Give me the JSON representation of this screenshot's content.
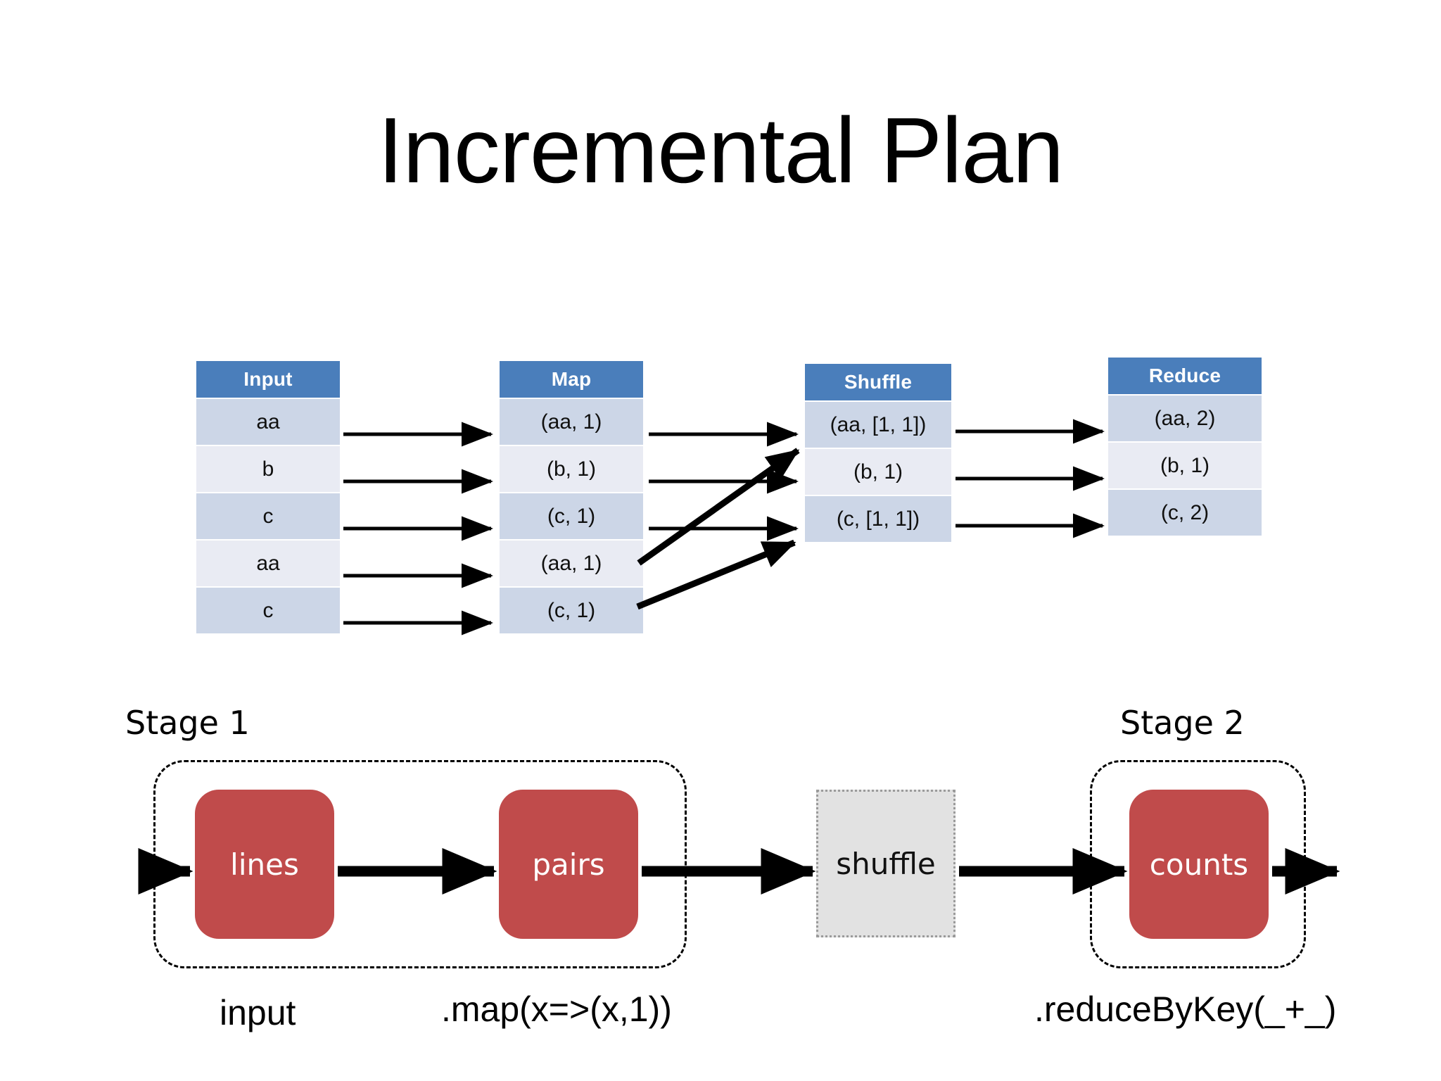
{
  "slide": {
    "title": "Incremental Plan"
  },
  "mapreduce_tables": [
    {
      "id": "input",
      "header": "Input",
      "rows": [
        "aa",
        "b",
        "c",
        "aa",
        "c"
      ]
    },
    {
      "id": "map",
      "header": "Map",
      "rows": [
        "(aa, 1)",
        "(b, 1)",
        "(c, 1)",
        "(aa, 1)",
        "(c, 1)"
      ]
    },
    {
      "id": "shuffle",
      "header": "Shuffle",
      "rows": [
        "(aa, [1, 1])",
        "(b, 1)",
        "(c, [1, 1])"
      ]
    },
    {
      "id": "reduce",
      "header": "Reduce",
      "rows": [
        "(aa, 2)",
        "(b, 1)",
        "(c, 2)"
      ]
    }
  ],
  "pipeline": {
    "stages": [
      {
        "label": "Stage 1"
      },
      {
        "label": "Stage 2"
      }
    ],
    "nodes": [
      {
        "id": "lines",
        "label": "lines"
      },
      {
        "id": "pairs",
        "label": "pairs"
      },
      {
        "id": "shuffle",
        "label": "shuffle"
      },
      {
        "id": "counts",
        "label": "counts"
      }
    ],
    "operations": [
      {
        "id": "input",
        "label": "input"
      },
      {
        "id": "map",
        "label": ".map(x=>(x,1))"
      },
      {
        "id": "reduce",
        "label": ".reduceByKey(_+_)"
      }
    ]
  },
  "colors": {
    "header_blue": "#4a7ebb",
    "row_dark": "#ccd6e7",
    "row_light": "#e9ebf3",
    "rdd_red": "#c04b4b",
    "shuffle_gray": "#e2e2e2",
    "arrow_black": "#000000",
    "background": "#ffffff"
  }
}
